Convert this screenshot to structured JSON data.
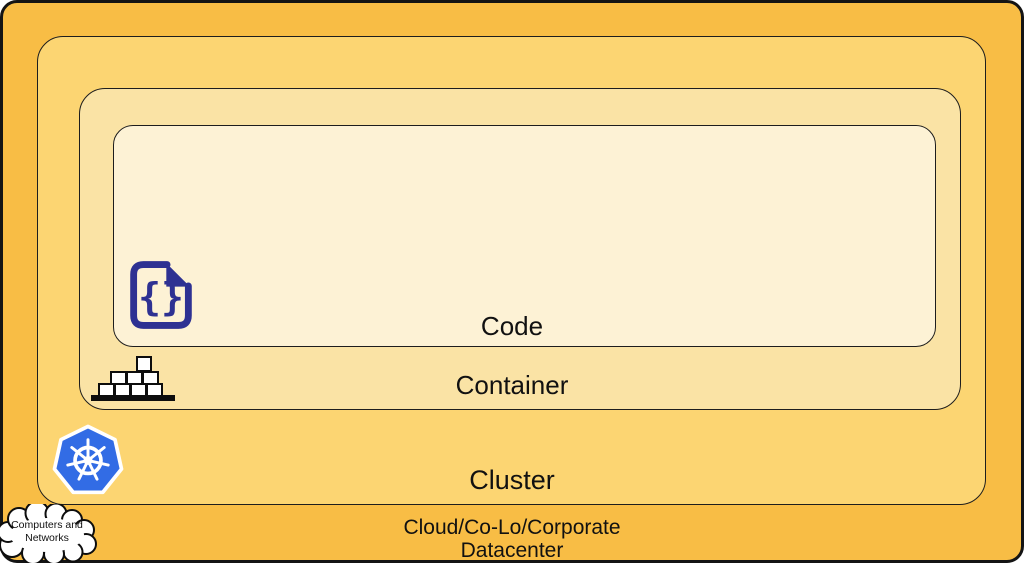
{
  "diagram": {
    "type": "nested-layers",
    "description_domain": "kubernetes-abstraction-layers",
    "layers": {
      "datacenter": {
        "label_line1": "Cloud/Co-Lo/Corporate",
        "label_line2": "Datacenter",
        "fill": "#F8BD45"
      },
      "cluster": {
        "label": "Cluster",
        "fill": "#FCD572"
      },
      "container": {
        "label": "Container",
        "fill": "#FAE3A5"
      },
      "code": {
        "label": "Code",
        "fill": "#FDF2D5"
      }
    }
  },
  "icons": {
    "code_file": "code-file-icon",
    "code_glyph": "{}",
    "container_stack": "container-stack-icon",
    "kubernetes": "kubernetes-helm-icon",
    "cloud": "cloud-callout"
  },
  "cloud_callout": {
    "line1": "Computers and",
    "line2": "Networks"
  },
  "colors": {
    "outer": "#F8BD45",
    "cluster": "#FCD572",
    "container": "#FAE3A5",
    "code": "#FDF2D5",
    "border": "#141414",
    "kubernetes_blue": "#326CE5",
    "code_icon_navy": "#2E3192",
    "text": "#111111"
  }
}
